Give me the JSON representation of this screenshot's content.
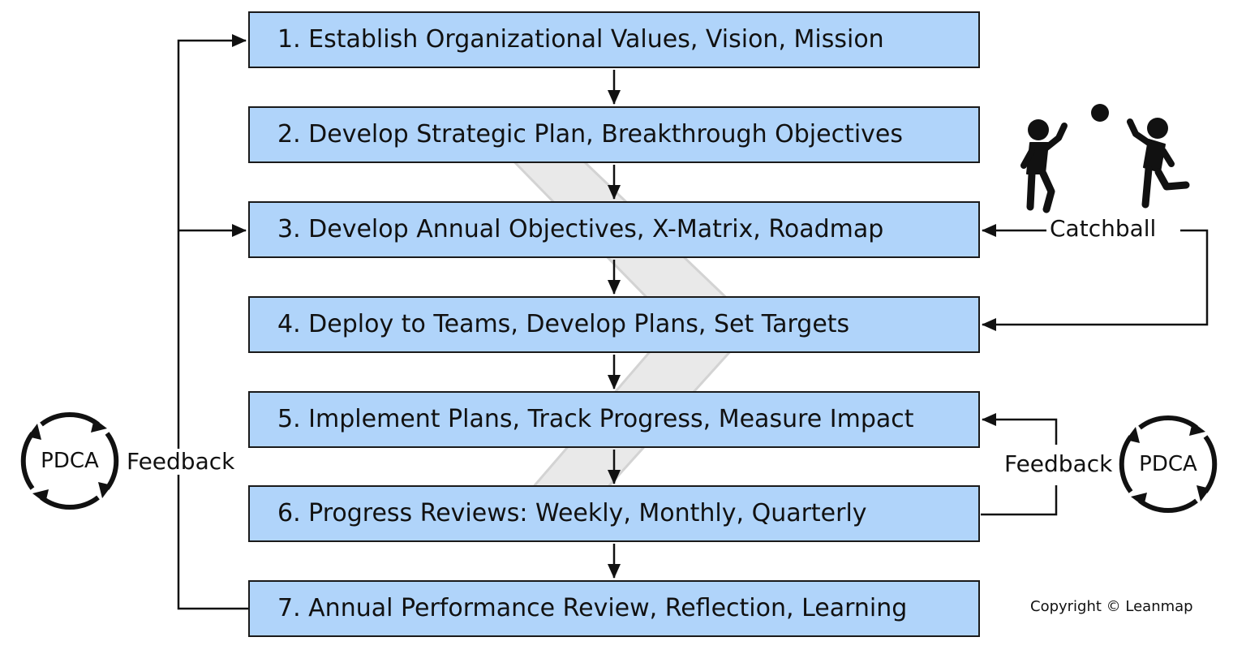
{
  "steps": [
    "1. Establish Organizational Values, Vision, Mission",
    "2. Develop Strategic Plan, Breakthrough Objectives",
    "3. Develop Annual Objectives, X-Matrix, Roadmap",
    "4. Deploy to Teams, Develop Plans, Set Targets",
    "5. Implement Plans, Track Progress, Measure Impact",
    "6. Progress Reviews: Weekly, Monthly, Quarterly",
    "7. Annual Performance Review, Reflection, Learning"
  ],
  "left_loop": {
    "label": "Feedback",
    "cycle_label": "PDCA"
  },
  "right_loop": {
    "label": "Feedback",
    "cycle_label": "PDCA"
  },
  "catchball": {
    "label": "Catchball",
    "icon": "catchball-players-icon"
  },
  "copyright": "Copyright © Leanmap",
  "colors": {
    "box_fill": "#b0d4fa",
    "box_border": "#1a1a1a",
    "line": "#111111",
    "watermark": "#d6d6d6"
  }
}
